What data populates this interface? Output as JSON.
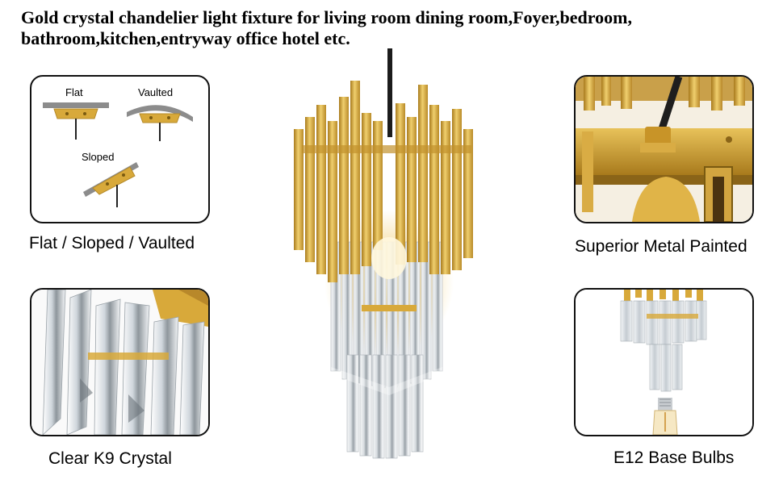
{
  "title": "Gold crystal chandelier light fixture for living room dining room,Foyer,bedroom, bathroom,kitchen,entryway office hotel etc.",
  "panels": {
    "mount": {
      "caption": "Flat / Sloped / Vaulted",
      "labels": {
        "flat": "Flat",
        "vaulted": "Vaulted",
        "sloped": "Sloped"
      }
    },
    "metal": {
      "caption": "Superior Metal Painted"
    },
    "crystal": {
      "caption": "Clear K9 Crystal"
    },
    "bulb": {
      "caption": "E12 Base Bulbs"
    }
  },
  "colors": {
    "gold": "#d8a93a",
    "gold_light": "#f0cf6e",
    "gold_dark": "#a87a1c",
    "crystal": "#e8ecef",
    "border": "#111111"
  }
}
